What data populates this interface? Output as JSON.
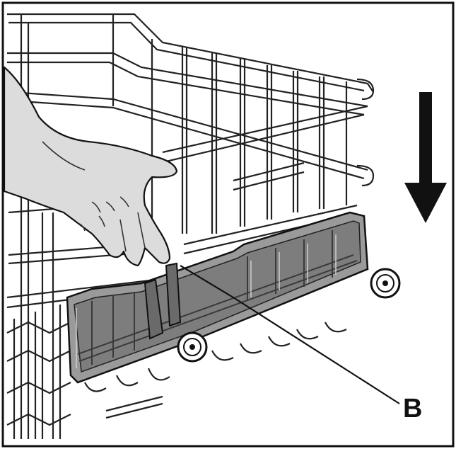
{
  "figure": {
    "callout_label": "B",
    "icons": {
      "arrow": "down-arrow-icon",
      "hand": "hand-icon",
      "basket": "wire-basket",
      "wheel": "wheel-icon",
      "adjuster": "height-adjuster"
    },
    "colors": {
      "stroke": "#111111",
      "background": "#ffffff",
      "plastic": "#8f8f8f",
      "plastic_dark": "#5a5a5a",
      "skin": "#d9d9d9"
    }
  }
}
